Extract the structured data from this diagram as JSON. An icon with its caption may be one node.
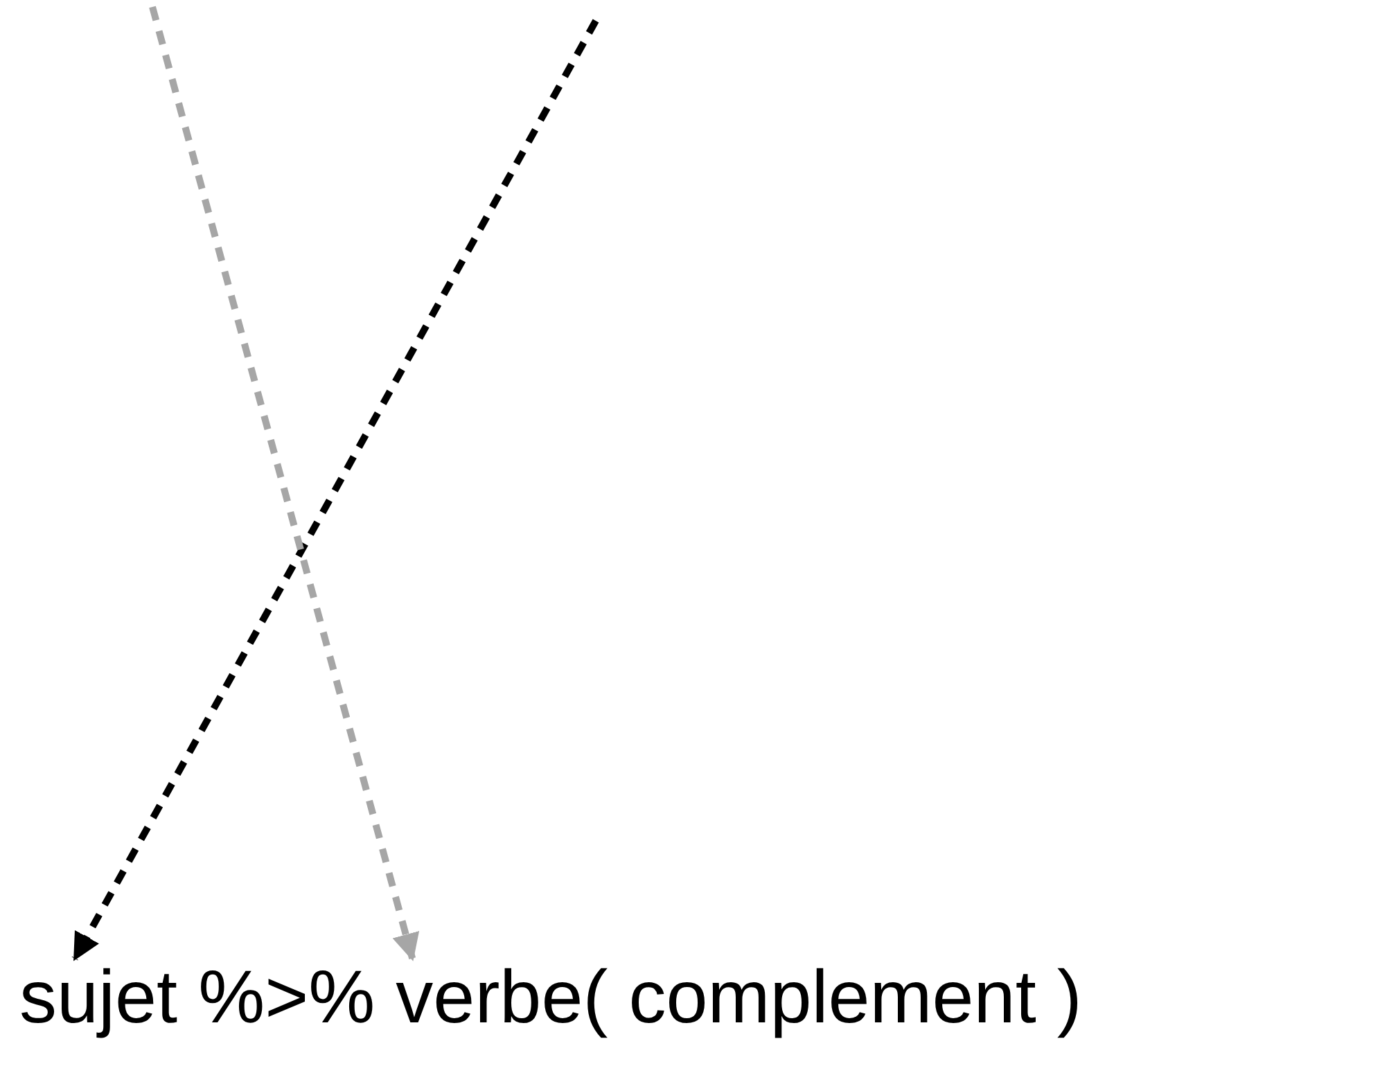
{
  "diagram": {
    "nodes": [
      {
        "text": [
          "sujet"
        ]
      },
      {
        "text": [
          "verbe( complement )"
        ]
      }
    ],
    "edges": [
      {
        "from": null,
        "to": 0,
        "arrow": "to",
        "style": "dashed"
      },
      {
        "from": null,
        "to": 1,
        "arrow": "to",
        "style": "dashed",
        "color": "#a6a6a6"
      }
    ],
    "labels": [
      "%>%"
    ]
  }
}
